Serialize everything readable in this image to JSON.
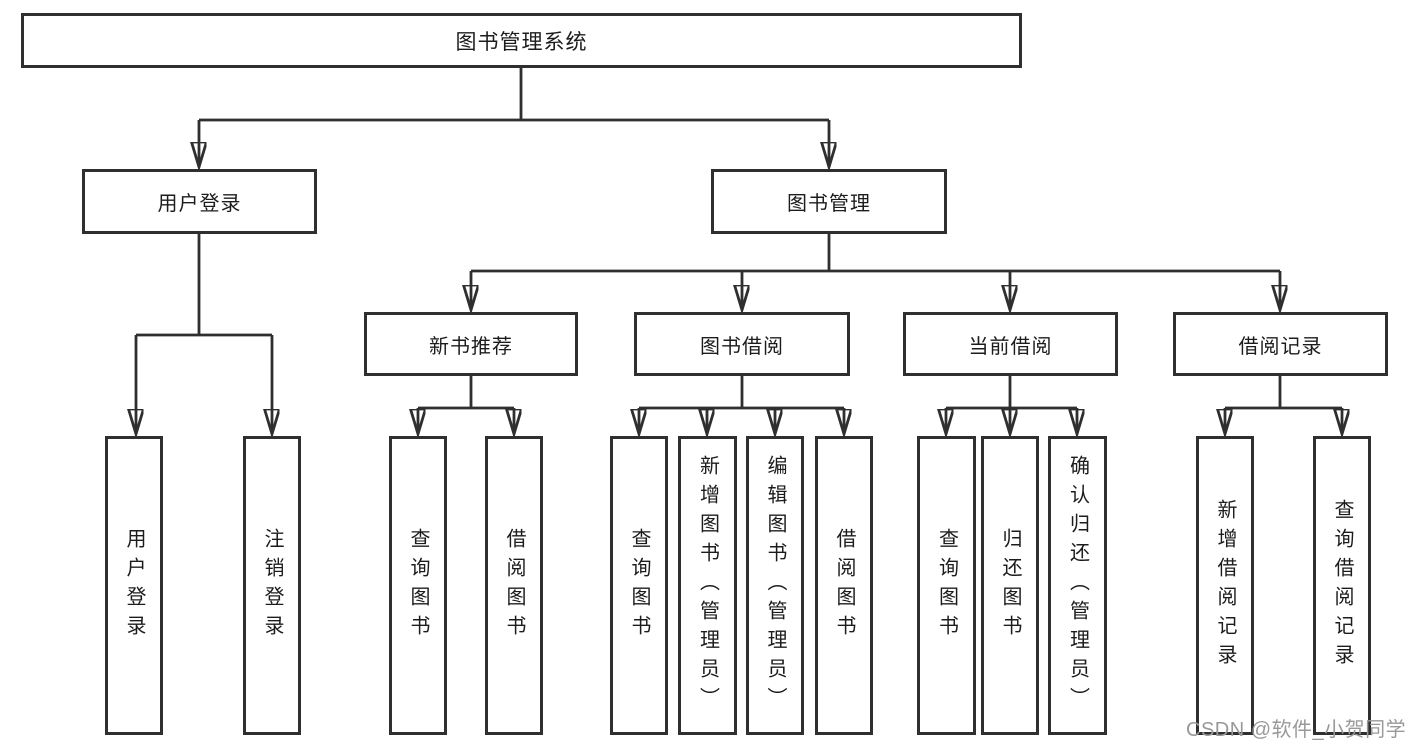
{
  "nodes": {
    "root": {
      "label": "图书管理系统"
    },
    "user_login": {
      "label": "用户登录",
      "leaves": {
        "login": "用户登录",
        "logout": "注销登录"
      }
    },
    "book_management": {
      "label": "图书管理",
      "sections": {
        "new_book_recommend": {
          "label": "新书推荐",
          "leaves": {
            "query_book": "查询图书",
            "borrow_book": "借阅图书"
          }
        },
        "book_borrow": {
          "label": "图书借阅",
          "leaves": {
            "query_book": "查询图书",
            "add_book": "新增图书（管理员）",
            "edit_book": "编辑图书（管理员）",
            "borrow_book": "借阅图书"
          }
        },
        "current_borrow": {
          "label": "当前借阅",
          "leaves": {
            "query_book": "查询图书",
            "return_book": "归还图书",
            "confirm_return": "确认归还（管理员）"
          }
        },
        "borrow_records": {
          "label": "借阅记录",
          "leaves": {
            "add_record": "新增借阅记录",
            "query_record": "查询借阅记录"
          }
        }
      }
    }
  },
  "watermark": "CSDN @软件_小贺同学",
  "colors": {
    "line": "#2f2f2f",
    "text": "#1c1c1c",
    "watermark": "#999999",
    "background": "#ffffff"
  }
}
